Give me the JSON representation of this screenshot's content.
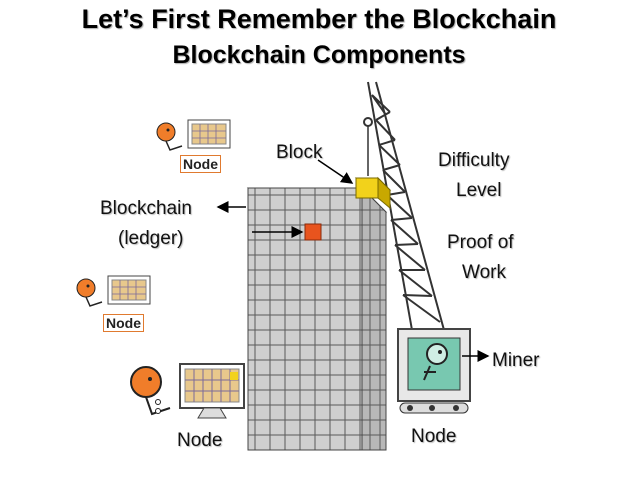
{
  "title": "Let’s First Remember the Blockchain",
  "subtitle": "Blockchain Components",
  "labels": {
    "block": "Block",
    "blockchain_line1": "Blockchain",
    "blockchain_line2": "(ledger)",
    "difficulty_line1": "Difficulty",
    "difficulty_line2": "Level",
    "pow_line1": "Proof of",
    "pow_line2": "Work",
    "miner": "Miner",
    "node_bottom_left": "Node",
    "node_bottom_right": "Node"
  },
  "small_nodes": {
    "top": "Node",
    "middle": "Node"
  },
  "colors": {
    "accent_orange": "#e8541e",
    "block_yellow": "#f2d21b",
    "grid_gray": "#c8c8c8",
    "miner_green": "#78c8b0",
    "person_orange": "#f07d2a"
  }
}
